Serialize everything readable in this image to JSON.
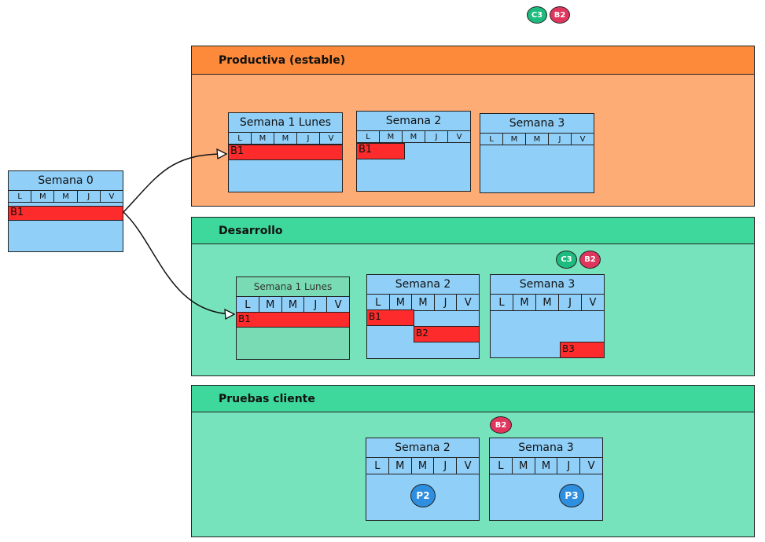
{
  "lanes": {
    "productiva": {
      "title": "Productiva (estable)"
    },
    "desarrollo": {
      "title": "Desarrollo"
    },
    "pruebas": {
      "title": "Pruebas cliente"
    }
  },
  "days": [
    "L",
    "M",
    "M",
    "J",
    "V"
  ],
  "weeks": {
    "w0": {
      "title": "Semana 0",
      "bar": "B1"
    },
    "prod_w1": {
      "title": "Semana 1 Lunes",
      "bar": "B1"
    },
    "prod_w2": {
      "title": "Semana 2",
      "bar": "B1"
    },
    "prod_w3": {
      "title": "Semana 3"
    },
    "dev_w1": {
      "title": "Semana 1 Lunes",
      "bar": "B1"
    },
    "dev_w2": {
      "title": "Semana 2",
      "bar1": "B1",
      "bar2": "B2"
    },
    "dev_w3": {
      "title": "Semana 3",
      "bar": "B3"
    },
    "qa_w2": {
      "title": "Semana 2",
      "badge": "P2"
    },
    "qa_w3": {
      "title": "Semana 3",
      "badge": "P3"
    }
  },
  "badges": {
    "top_c3": "C3",
    "top_b2": "B2",
    "dev_c3": "C3",
    "dev_b2": "B2",
    "qa_b2": "B2"
  },
  "colors": {
    "prod_lane": "#fdac76",
    "prod_header": "#fc8a3a",
    "dev_lane": "#76e3bd",
    "dev_header": "#3ed79c",
    "week": "#90cff8",
    "bar": "#fd2b2b",
    "badge_green": "#1dbb7e",
    "badge_crimson": "#e0365e",
    "badge_blue": "#2e8fe0"
  }
}
